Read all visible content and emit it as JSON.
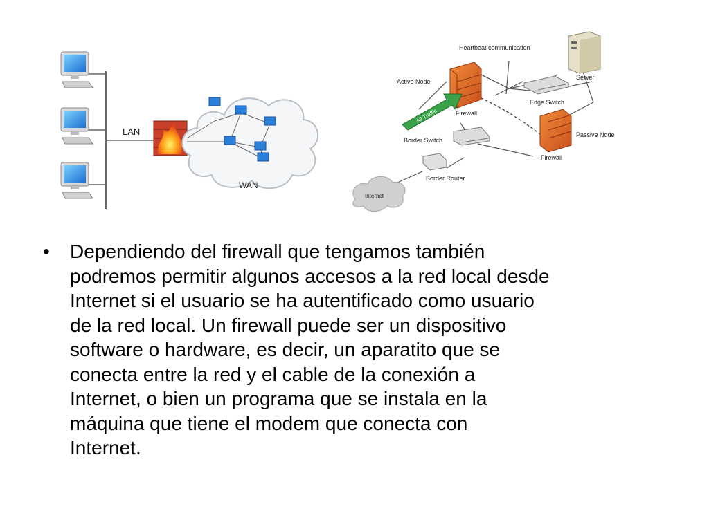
{
  "lan_diagram": {
    "lan_label": "LAN",
    "wan_label": "WAN"
  },
  "ha_diagram": {
    "heartbeat_label": "Heartbeat communication",
    "server_label": "Server",
    "active_node_label": "Active Node",
    "firewall_top_label": "Firewall",
    "edge_switch_label": "Edge Switch",
    "all_traffic_label": "All Traffic",
    "passive_node_label": "Passive Node",
    "border_switch_label": "Border Switch",
    "firewall_bottom_label": "Firewall",
    "border_router_label": "Border Router",
    "internet_label": "Internet"
  },
  "bullet": {
    "symbol": "•",
    "lines": [
      "Dependiendo del firewall que tengamos también",
      "podremos permitir algunos accesos a la red local desde",
      "Internet si el usuario se ha autentificado como usuario",
      "de la red local. Un firewall puede ser un dispositivo",
      "software o hardware, es decir, un aparatito que se",
      "conecta entre la red y el cable de la conexión a",
      "Internet, o bien un programa que se instala en la",
      "máquina que tiene el modem que conecta con",
      "Internet."
    ]
  }
}
